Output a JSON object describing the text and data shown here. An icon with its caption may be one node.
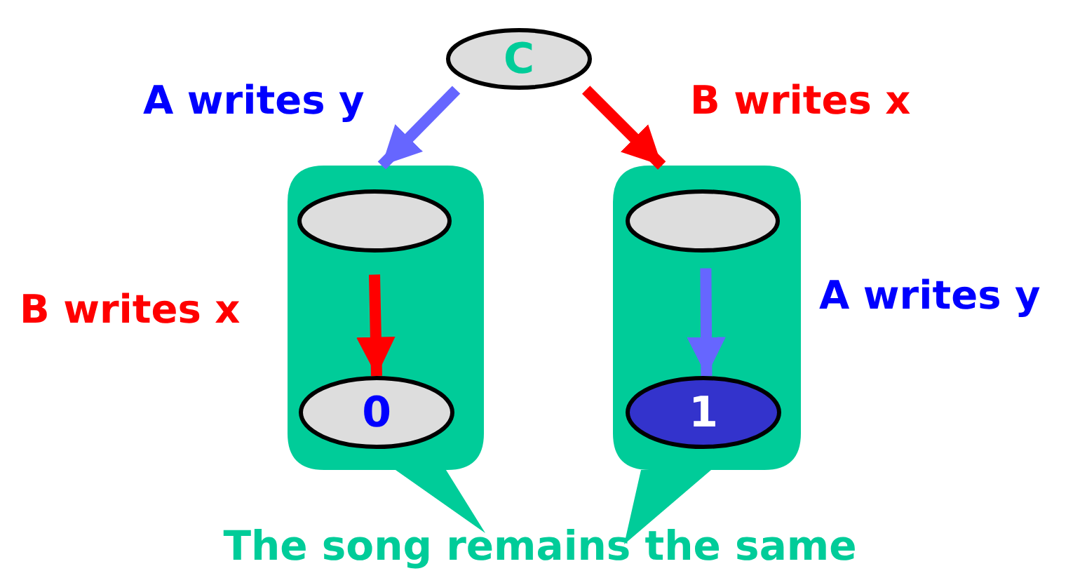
{
  "diagram": {
    "caption": "The song remains the same",
    "nodes": [
      {
        "text": [
          "C"
        ]
      },
      {
        "text": [],
        "shape": "callout"
      },
      {
        "text": [],
        "shape": "ellipse",
        "in": 1
      },
      {
        "text": [
          "0"
        ],
        "in": 1
      },
      {
        "text": [],
        "shape": "callout"
      },
      {
        "text": [],
        "shape": "ellipse",
        "in": 4
      },
      {
        "text": [
          "1"
        ],
        "in": 4
      }
    ],
    "edges": [
      {
        "from": 0,
        "to": 1,
        "arrow": "to",
        "label": "A writes y",
        "color": "#6666ff"
      },
      {
        "from": 0,
        "to": 4,
        "arrow": "to",
        "label": "B writes x",
        "color": "#ff0000"
      },
      {
        "from": 2,
        "to": 3,
        "arrow": "to",
        "label": "B writes x",
        "color": "#ff0000"
      },
      {
        "from": 5,
        "to": 6,
        "arrow": "to",
        "label": "A writes y",
        "color": "#6666ff"
      }
    ]
  }
}
